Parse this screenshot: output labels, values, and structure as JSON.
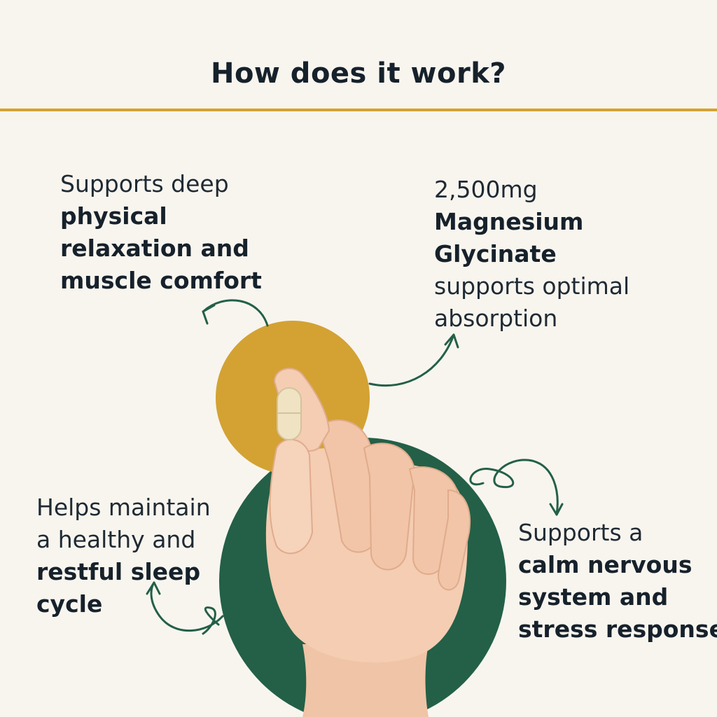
{
  "heading": "How does it work?",
  "colors": {
    "accent_gold": "#d3a233",
    "accent_green": "#236047",
    "background": "#f8f5ef",
    "text": "#16212b"
  },
  "benefits": [
    {
      "light_lines": [
        "Supports deep"
      ],
      "bold_lines": [
        "physical",
        "relaxation and",
        "muscle comfort"
      ],
      "after_lines": []
    },
    {
      "light_lines": [
        "2,500mg"
      ],
      "bold_lines": [
        "Magnesium",
        "Glycinate"
      ],
      "after_lines": [
        "supports optimal",
        "absorption"
      ]
    },
    {
      "light_lines": [
        "Helps maintain",
        "a healthy and"
      ],
      "bold_lines": [
        "restful sleep",
        "cycle"
      ],
      "after_lines": []
    },
    {
      "light_lines": [
        "Supports a"
      ],
      "bold_lines": [
        "calm nervous",
        "system and",
        "stress response"
      ],
      "after_lines": []
    }
  ],
  "illustration": {
    "subject": "hand-holding-capsule",
    "icons": [
      "curly-arrow-icon"
    ]
  }
}
